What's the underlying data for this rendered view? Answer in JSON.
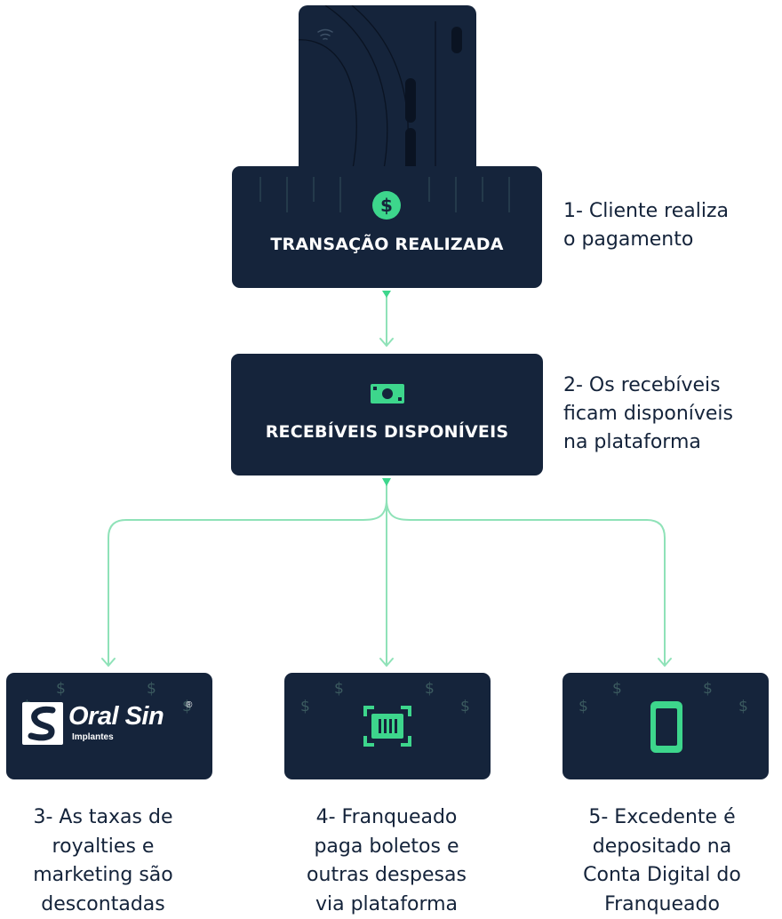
{
  "step1": {
    "title": "TRANSAÇÃO REALIZADA",
    "icon": "dollar-circle-icon",
    "desc_lines": [
      "1- Cliente realiza",
      "o pagamento"
    ]
  },
  "step2": {
    "title": "RECEBÍVEIS DISPONÍVEIS",
    "icon": "banknote-icon",
    "desc_lines": [
      "2- Os recebíveis",
      "ficam disponíveis",
      "na plataforma"
    ]
  },
  "step3": {
    "logo_text": "Oral Sin",
    "logo_mark": "®",
    "logo_subtitle": "Implantes",
    "desc_lines": [
      "3- As taxas de",
      "royalties e",
      "marketing são",
      "descontadas"
    ]
  },
  "step4": {
    "icon": "barcode-scan-icon",
    "desc_lines": [
      "4- Franqueado",
      "paga boletos e",
      "outras despesas",
      "via plataforma"
    ]
  },
  "step5": {
    "icon": "smartphone-icon",
    "desc_lines": [
      "5- Excedente é",
      "depositado na",
      "Conta Digital do",
      "Franqueado"
    ]
  },
  "decor": {
    "dollar_glyph": "$"
  },
  "colors": {
    "navy": "#15243b",
    "accent": "#3dd68c",
    "connector": "#8fe2b8",
    "text": "#14233a"
  }
}
